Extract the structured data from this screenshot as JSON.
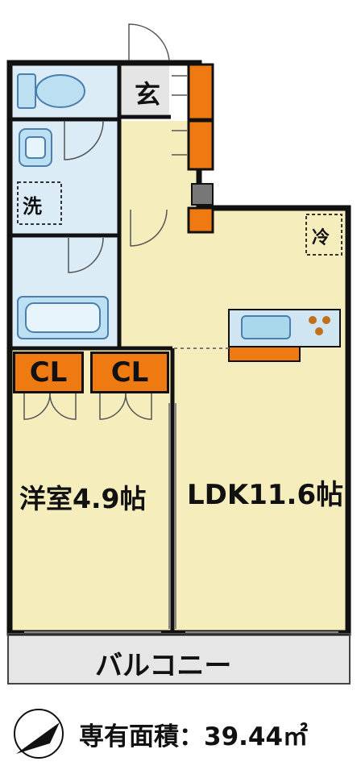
{
  "rooms": {
    "entrance": "玄",
    "washer": "洗",
    "fridge": "冷",
    "closet1": "CL",
    "closet2": "CL",
    "western_room": "洋室4.9帖",
    "ldk": "LDK11.6帖",
    "balcony": "バルコニー"
  },
  "footer": {
    "area_label": "専有面積：39.44㎡"
  },
  "colors": {
    "room_fill": "#f6edbd",
    "wet_fill": "#dcecf7",
    "entrance_fill": "#e5e5e5",
    "balcony_fill": "#e6e6e6",
    "storage_orange": "#f07a12",
    "wall": "#111111"
  }
}
